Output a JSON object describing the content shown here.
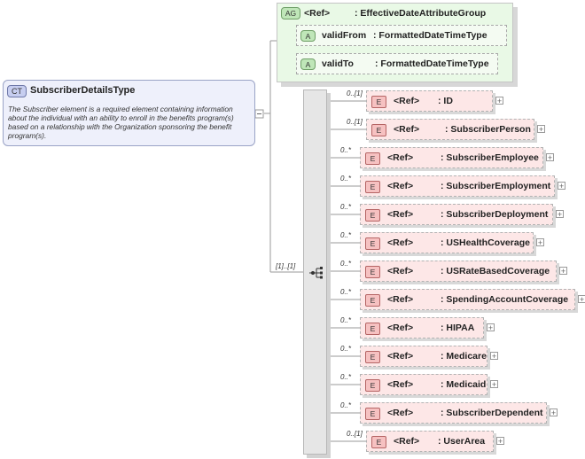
{
  "complex_type": {
    "badge": "CT",
    "name": "SubscriberDetailsType",
    "documentation": "The Subscriber element is a required element containing information about the individual with an ability to enroll in the benefits program(s) based on a relationship with the Organization sponsoring the benefit program(s)."
  },
  "attribute_group": {
    "badge": "AG",
    "ref": "<Ref>",
    "type": ": EffectiveDateAttributeGroup",
    "attributes": [
      {
        "badge": "A",
        "name": "validFrom",
        "type": ": FormattedDateTimeType"
      },
      {
        "badge": "A",
        "name": "validTo",
        "type": ": FormattedDateTimeType"
      }
    ]
  },
  "sequence": {
    "cardinality": "[1]..[1]"
  },
  "elements": [
    {
      "badge": "E",
      "ref": "<Ref>",
      "cardinality": "0..[1]",
      "type": ": ID"
    },
    {
      "badge": "E",
      "ref": "<Ref>",
      "cardinality": "0..[1]",
      "type": ": SubscriberPerson"
    },
    {
      "badge": "E",
      "ref": "<Ref>",
      "cardinality": "0..*",
      "type": ": SubscriberEmployee"
    },
    {
      "badge": "E",
      "ref": "<Ref>",
      "cardinality": "0..*",
      "type": ": SubscriberEmployment"
    },
    {
      "badge": "E",
      "ref": "<Ref>",
      "cardinality": "0..*",
      "type": ": SubscriberDeployment"
    },
    {
      "badge": "E",
      "ref": "<Ref>",
      "cardinality": "0..*",
      "type": ": USHealthCoverage"
    },
    {
      "badge": "E",
      "ref": "<Ref>",
      "cardinality": "0..*",
      "type": ": USRateBasedCoverage"
    },
    {
      "badge": "E",
      "ref": "<Ref>",
      "cardinality": "0..*",
      "type": ": SpendingAccountCoverage"
    },
    {
      "badge": "E",
      "ref": "<Ref>",
      "cardinality": "0..*",
      "type": ": HIPAA"
    },
    {
      "badge": "E",
      "ref": "<Ref>",
      "cardinality": "0..*",
      "type": ": Medicare"
    },
    {
      "badge": "E",
      "ref": "<Ref>",
      "cardinality": "0..*",
      "type": ": Medicaid"
    },
    {
      "badge": "E",
      "ref": "<Ref>",
      "cardinality": "0..*",
      "type": ": SubscriberDependent"
    },
    {
      "badge": "E",
      "ref": "<Ref>",
      "cardinality": "0..[1]",
      "type": ": UserArea"
    }
  ]
}
